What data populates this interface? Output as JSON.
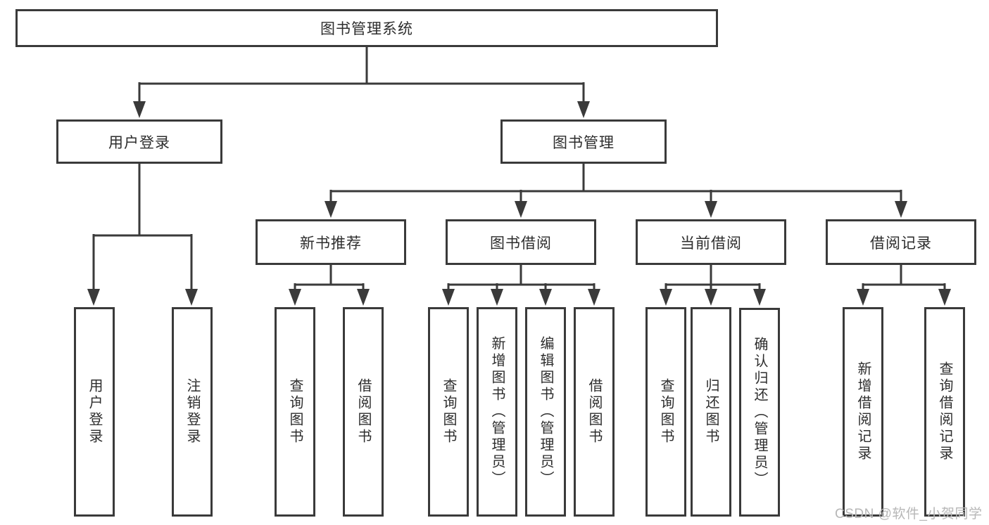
{
  "nodes": {
    "root": "图书管理系统",
    "user_login": {
      "label": "用户登录",
      "children": [
        "用户登录",
        "注销登录"
      ]
    },
    "book_mgmt": {
      "label": "图书管理",
      "sections": {
        "new_book_rec": {
          "label": "新书推荐",
          "children": [
            "查询图书",
            "借阅图书"
          ]
        },
        "book_borrow": {
          "label": "图书借阅",
          "children": [
            "查询图书",
            "新增图书（管理员）",
            "编辑图书（管理员）",
            "借阅图书"
          ]
        },
        "current_borrow": {
          "label": "当前借阅",
          "children": [
            "查询图书",
            "归还图书",
            "确认归还（管理员）"
          ]
        },
        "borrow_record": {
          "label": "借阅记录",
          "children": [
            "新增借阅记录",
            "查询借阅记录"
          ]
        }
      }
    }
  },
  "watermark": "CSDN @软件_小贺同学",
  "colors": {
    "line": "#3a3a3a",
    "box_border": "#3a3a3a",
    "text": "#2d2d2d",
    "watermark": "#b7b7b7",
    "background": "#ffffff"
  }
}
